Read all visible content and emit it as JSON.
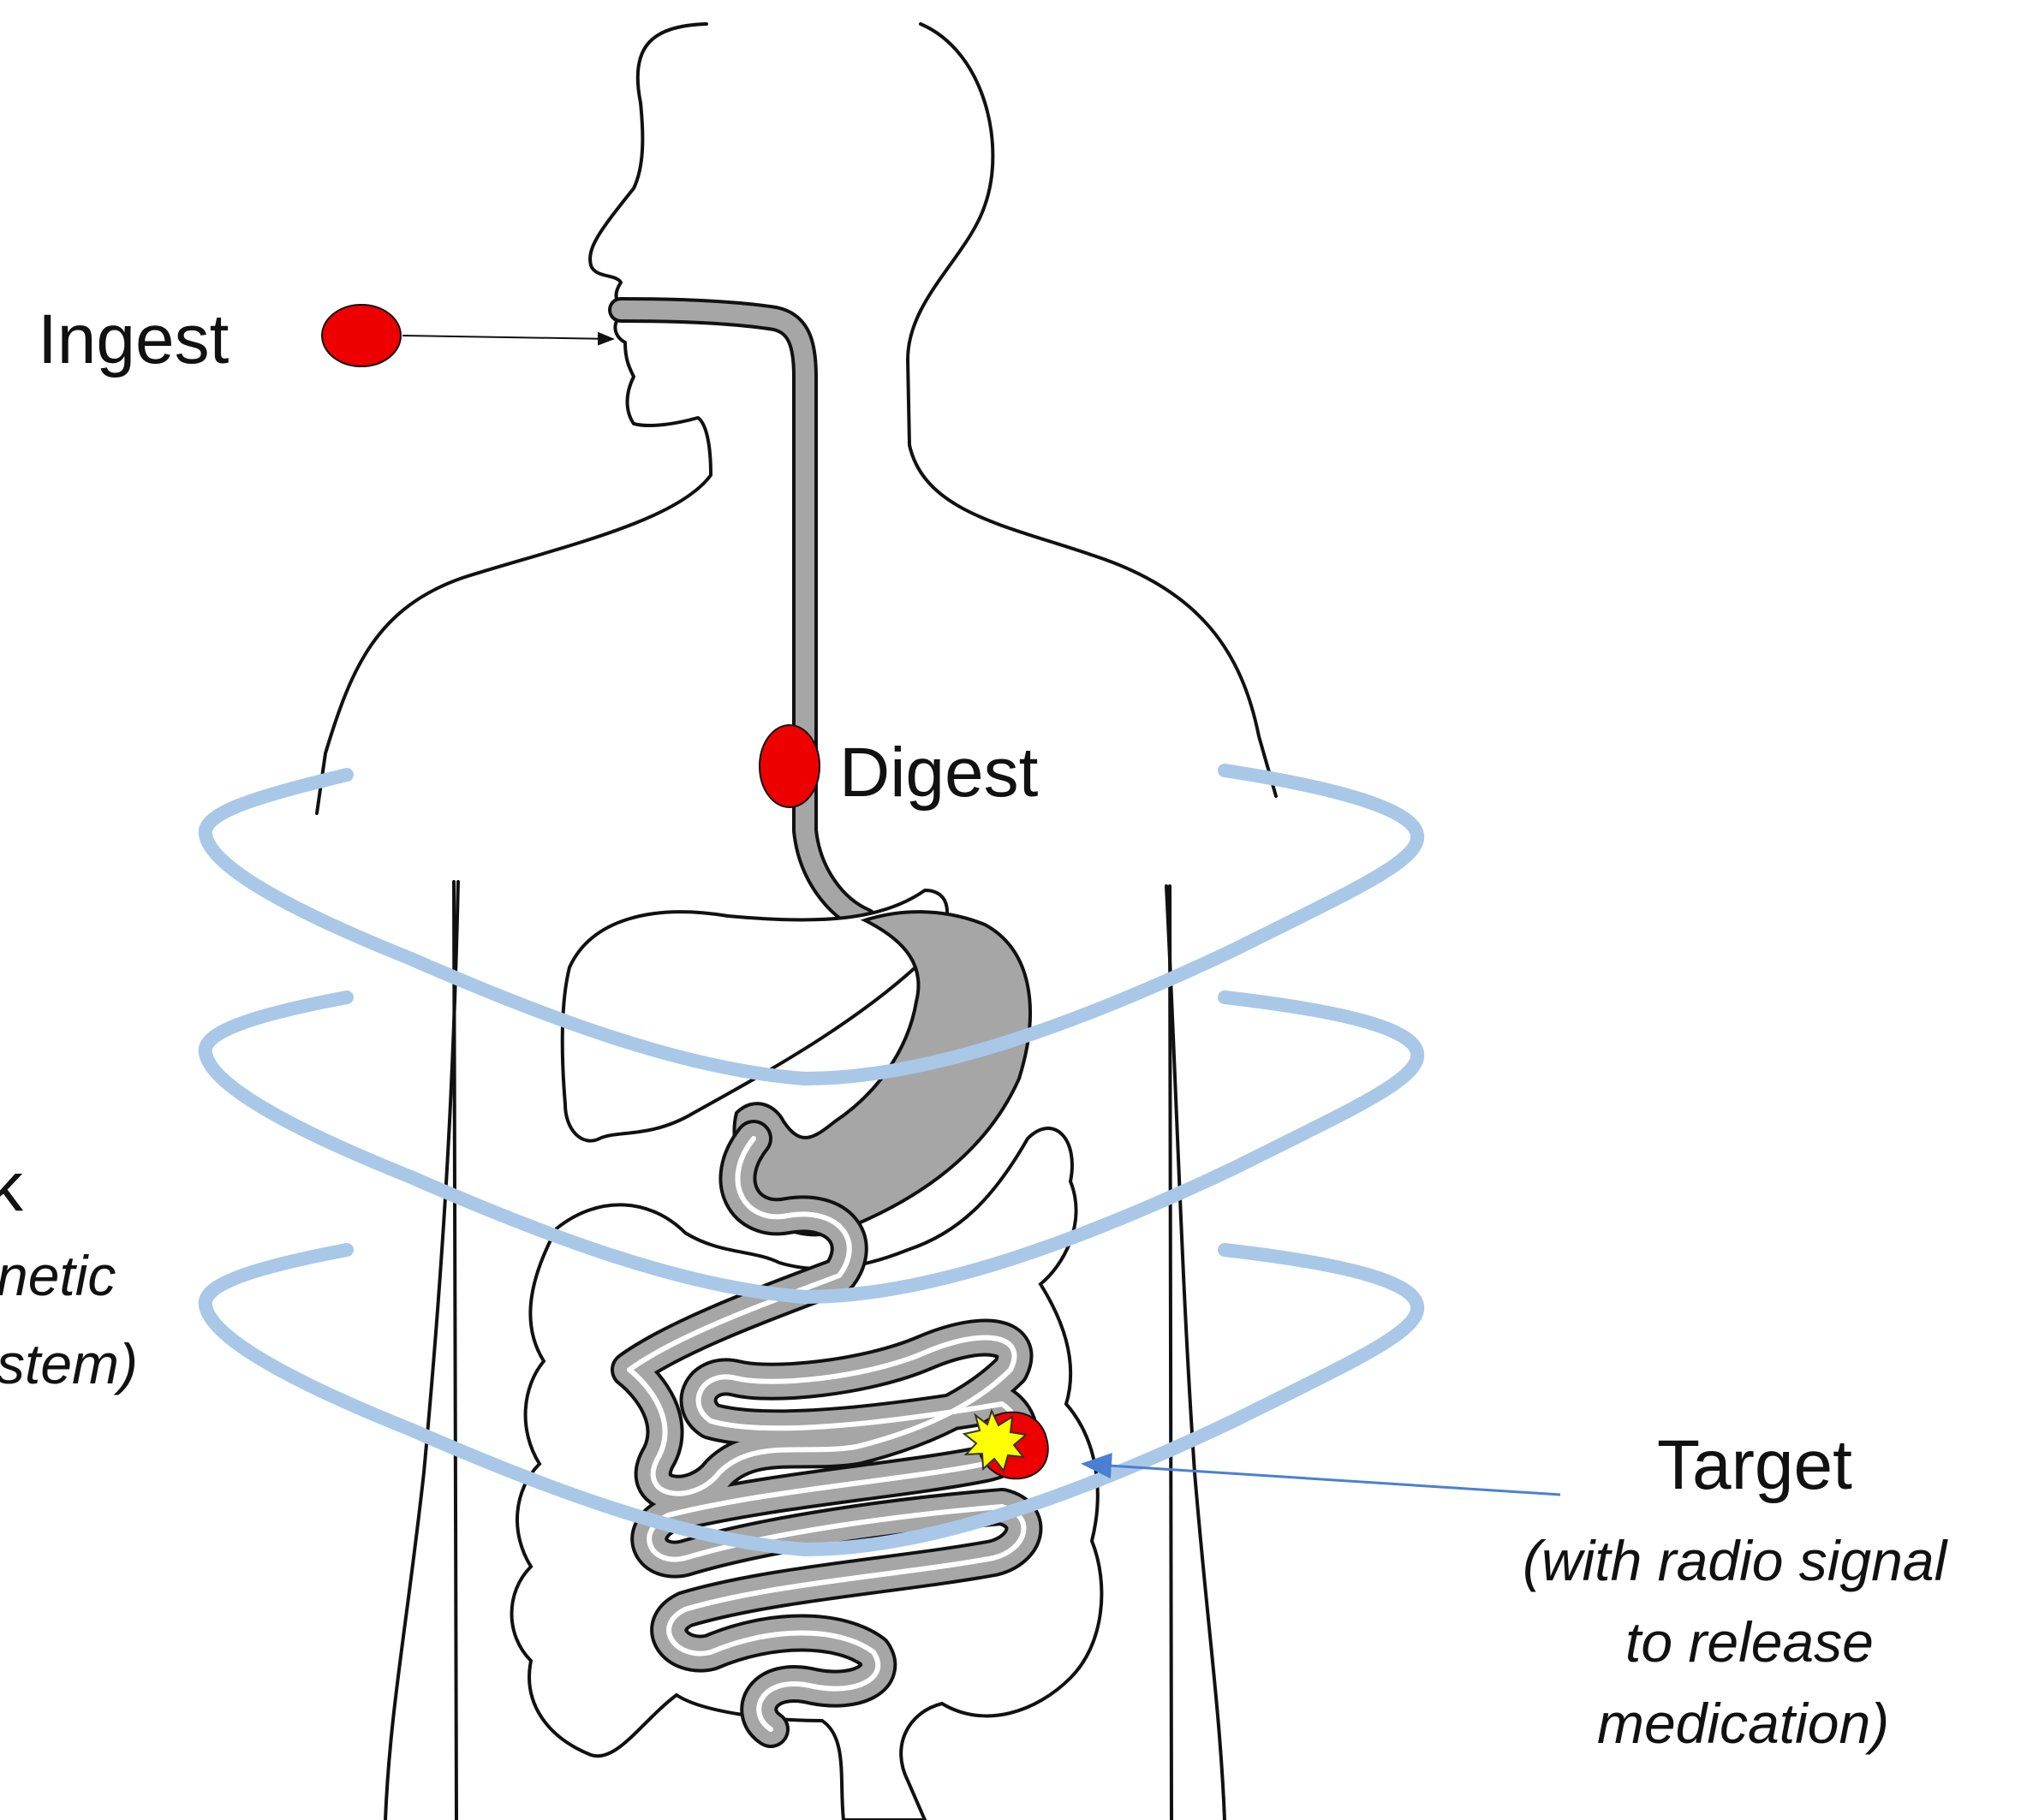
{
  "labels": {
    "ingest": "Ingest",
    "digest": "Digest",
    "track_partial": "k",
    "track_note_line1": "netic",
    "track_note_line2": "stem)",
    "target": "Target",
    "target_note_line1": "(with radio signal",
    "target_note_line2": "to release",
    "target_note_line3": "medication)"
  },
  "colors": {
    "pill": "#ee0000",
    "gut": "#a6a6a6",
    "field_rings": "#a9c8e8",
    "target_arrow": "#4a7fd4",
    "burst": "#ffff00",
    "outline": "#111111"
  }
}
